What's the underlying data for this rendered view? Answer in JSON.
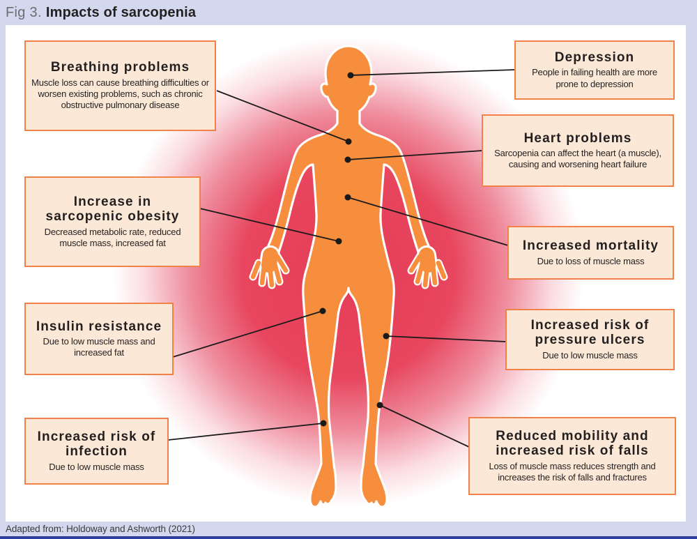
{
  "header": {
    "fig_label": "Fig 3.",
    "title": "Impacts of sarcopenia"
  },
  "footer": {
    "credit": "Adapted from: Holdoway and Ashworth (2021)"
  },
  "figure": {
    "subject": "human-body-silhouette"
  },
  "colors": {
    "page_background": "#d4d8ee",
    "panel_background": "#ffffff",
    "callout_fill": "#fbe8d6",
    "callout_border": "#f08248",
    "body_fill": "#f78e3d",
    "glow_core": "#e63c57",
    "connector_line": "#1a1a1a",
    "bottom_strip": "#2f3e9e"
  },
  "callouts": [
    {
      "id": "breathing-problems",
      "side": "left",
      "heading": "Breathing problems",
      "body": "Muscle loss can cause breathing difficulties or worsen existing problems, such as chronic obstructive pulmonary disease"
    },
    {
      "id": "sarcopenic-obesity",
      "side": "left",
      "heading": "Increase in sarcopenic obesity",
      "body": "Decreased metabolic rate, reduced muscle mass, increased fat"
    },
    {
      "id": "insulin-resistance",
      "side": "left",
      "heading": "Insulin resistance",
      "body": "Due to low muscle mass and increased fat"
    },
    {
      "id": "infection-risk",
      "side": "left",
      "heading": "Increased risk of infection",
      "body": "Due to low muscle mass"
    },
    {
      "id": "depression",
      "side": "right",
      "heading": "Depression",
      "body": "People in failing health are more prone to depression"
    },
    {
      "id": "heart-problems",
      "side": "right",
      "heading": "Heart problems",
      "body": "Sarcopenia can affect the heart (a muscle), causing and worsening heart failure"
    },
    {
      "id": "increased-mortality",
      "side": "right",
      "heading": "Increased mortality",
      "body": "Due to loss of muscle mass"
    },
    {
      "id": "pressure-ulcers",
      "side": "right",
      "heading": "Increased risk of pressure ulcers",
      "body": "Due to low muscle mass"
    },
    {
      "id": "reduced-mobility",
      "side": "right",
      "heading": "Reduced mobility and increased risk of falls",
      "body": "Loss of muscle mass reduces strength and increases the risk of falls and fractures"
    }
  ]
}
